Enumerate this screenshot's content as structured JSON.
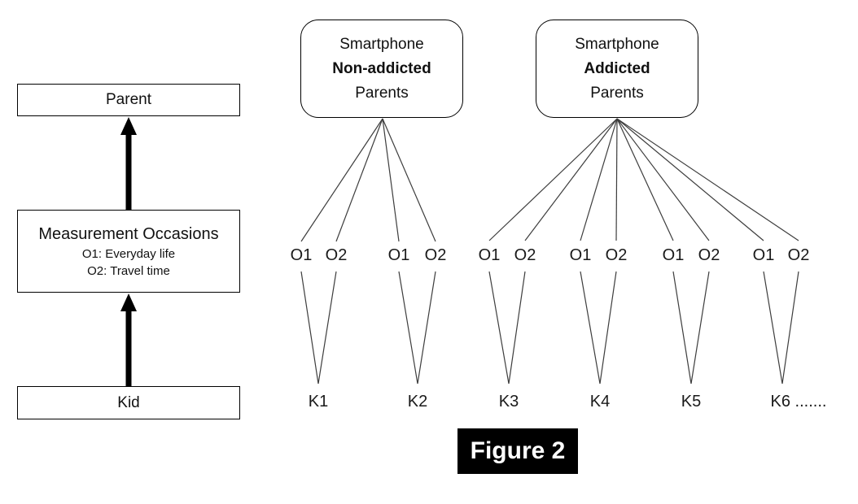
{
  "figure": {
    "caption": "Figure 2"
  },
  "left_panel": {
    "parent_label": "Parent",
    "measurement_title": "Measurement Occasions",
    "measurement_o1": "O1: Everyday life",
    "measurement_o2": "O2: Travel time",
    "kid_label": "Kid"
  },
  "groups": {
    "non_addicted": {
      "line1": "Smartphone",
      "line2": "Non-addicted",
      "line3": "Parents"
    },
    "addicted": {
      "line1": "Smartphone",
      "line2": "Addicted",
      "line3": "Parents"
    }
  },
  "occasions": [
    "O1",
    "O2",
    "O1",
    "O2",
    "O1",
    "O2",
    "O1",
    "O2",
    "O1",
    "O2",
    "O1",
    "O2"
  ],
  "kids": [
    "K1",
    "K2",
    "K3",
    "K4",
    "K5",
    "K6 ......."
  ],
  "colors": {
    "background": "#ffffff",
    "ink": "#000000",
    "connector_line": "#3d3d3d",
    "caption_bg": "#000000",
    "caption_text": "#ffffff"
  }
}
